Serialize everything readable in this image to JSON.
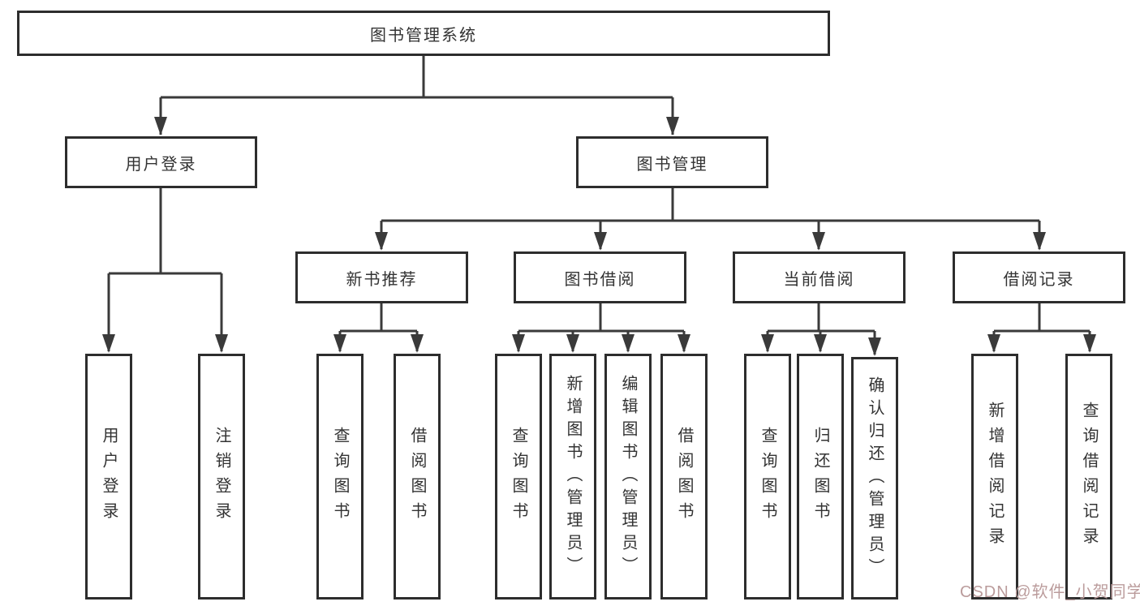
{
  "root": {
    "label": "图书管理系统"
  },
  "level1": [
    {
      "label": "用户登录"
    },
    {
      "label": "图书管理"
    }
  ],
  "level2": [
    {
      "label": "新书推荐"
    },
    {
      "label": "图书借阅"
    },
    {
      "label": "当前借阅"
    },
    {
      "label": "借阅记录"
    }
  ],
  "leaves": [
    {
      "label": "用户登录"
    },
    {
      "label": "注销登录"
    },
    {
      "label": "查询图书"
    },
    {
      "label": "借阅图书"
    },
    {
      "label": "查询图书"
    },
    {
      "label": "新增图书（管理员）"
    },
    {
      "label": "编辑图书（管理员）"
    },
    {
      "label": "借阅图书"
    },
    {
      "label": "查询图书"
    },
    {
      "label": "归还图书"
    },
    {
      "label": "确认归还（管理员）"
    },
    {
      "label": "新增借阅记录"
    },
    {
      "label": "查询借阅记录"
    }
  ],
  "watermark": {
    "text": "CSDN @软件_小贺同学"
  },
  "colors": {
    "line": "#3a3a3a",
    "border": "#2d2d2d",
    "text": "#333333",
    "background": "#ffffff",
    "watermark": "#bb9c9c"
  }
}
